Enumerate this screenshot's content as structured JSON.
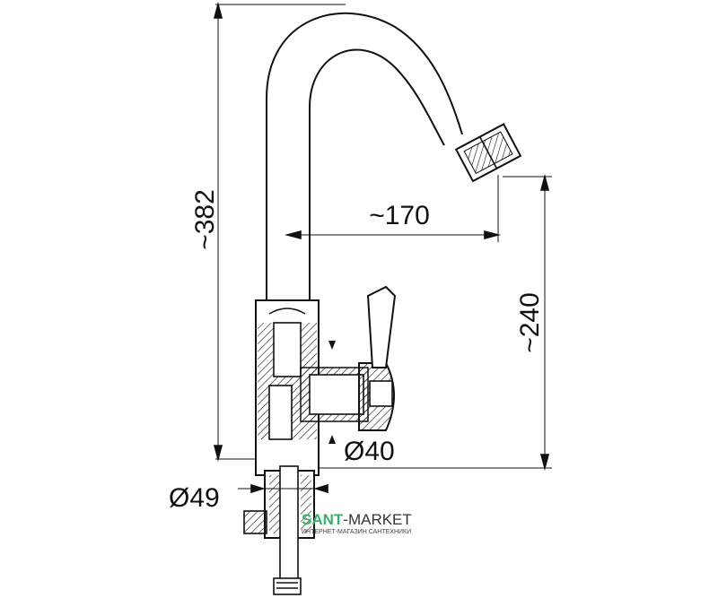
{
  "dimensions": {
    "height_total": "~382",
    "spout_reach": "~170",
    "spout_height": "~240",
    "body_diameter": "Ø40",
    "base_diameter": "Ø49"
  },
  "watermark": {
    "brand_green": "SANT",
    "brand_dark": "-MARKET",
    "tagline": "ИНТЕРНЕТ-МАГАЗИН САНТЕХНИКИ"
  },
  "colors": {
    "line": "#111111",
    "brand": "#3fae6a"
  }
}
